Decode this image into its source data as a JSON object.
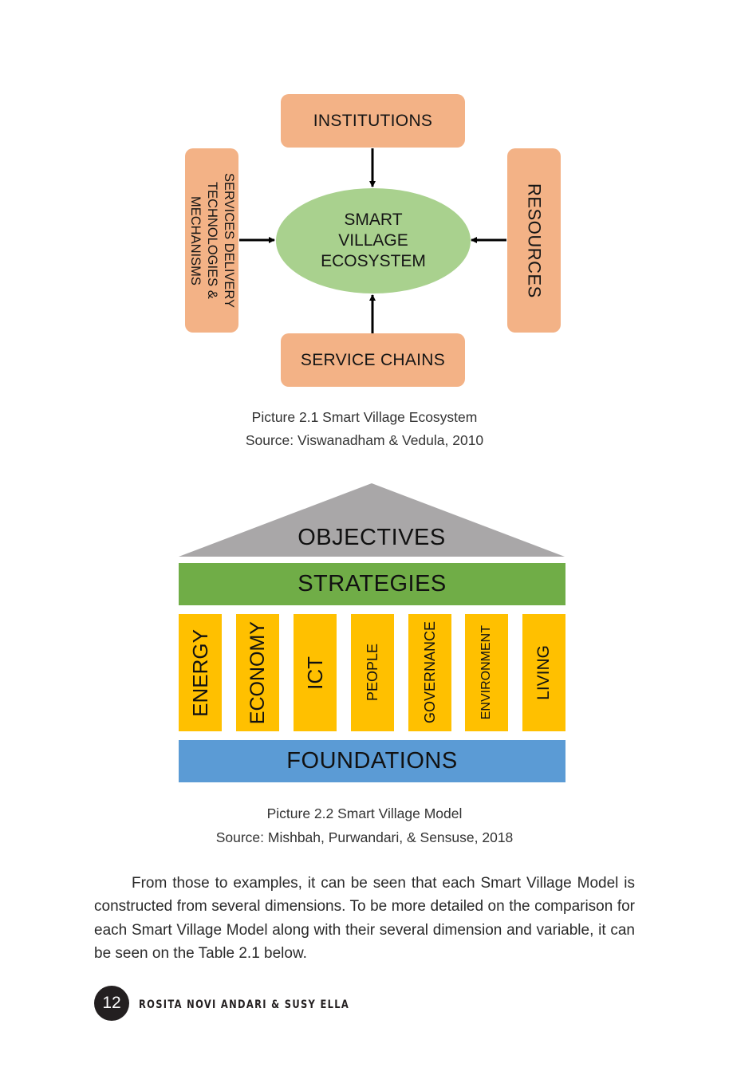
{
  "figure1": {
    "boxes": {
      "top": "INSTITUTIONS",
      "bottom": "SERVICE CHAINS",
      "right": "RESOURCES",
      "left_lines": [
        "SERVICES DELIVERY",
        "TECHNOLOGIES &",
        "MECHANISMS"
      ]
    },
    "center_lines": [
      "SMART",
      "VILLAGE",
      "ECOSYSTEM"
    ],
    "caption": "Picture 2.1 Smart Village Ecosystem",
    "source": "Source: Viswanadham & Vedula, 2010",
    "colors": {
      "box": "#f3b286",
      "ellipse": "#a9d18e",
      "arrow": "#000000"
    }
  },
  "figure2": {
    "roof": "OBJECTIVES",
    "band": "STRATEGIES",
    "pillars": [
      "ENERGY",
      "ECONOMY",
      "ICT",
      "PEOPLE",
      "GOVERNANCE",
      "ENVIRONMENT",
      "LIVING"
    ],
    "base": "FOUNDATIONS",
    "caption": "Picture 2.2 Smart Village Model",
    "source": "Source: Mishbah, Purwandari, & Sensuse, 2018",
    "colors": {
      "roof": "#a9a7a8",
      "band": "#70ad47",
      "pillar": "#ffc000",
      "base": "#5b9bd5"
    }
  },
  "body": {
    "paragraph": "From those to examples, it can be seen that each Smart Village Model is constructed from several dimensions. To be more detailed on the comparison for each Smart Village Model along with their several dimension and variable, it can be seen on the Table 2.1 below."
  },
  "footer": {
    "page_number": "12",
    "authors": "ROSITA NOVI ANDARI & SUSY ELLA"
  }
}
